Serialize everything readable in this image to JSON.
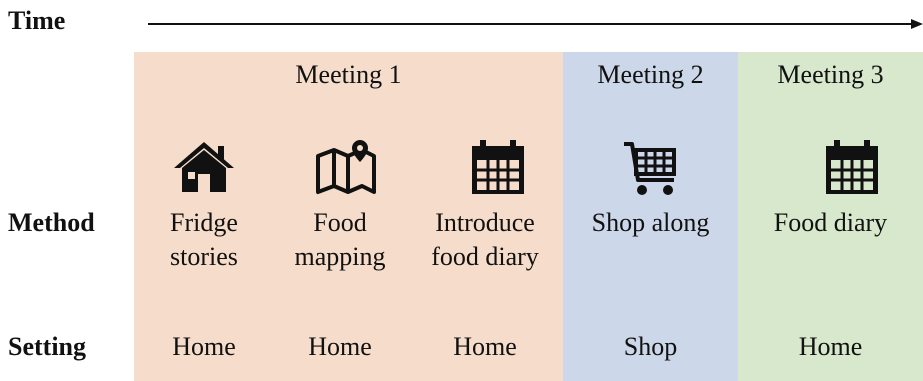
{
  "row_labels": {
    "time": "Time",
    "method": "Method",
    "setting": "Setting"
  },
  "meetings": [
    {
      "title": "Meeting 1",
      "color": "#f6dccb"
    },
    {
      "title": "Meeting 2",
      "color": "#cdd7ea"
    },
    {
      "title": "Meeting 3",
      "color": "#d7e8cc"
    }
  ],
  "columns": [
    {
      "method_line1": "Fridge",
      "method_line2": "stories",
      "setting": "Home",
      "icon": "house-icon"
    },
    {
      "method_line1": "Food",
      "method_line2": "mapping",
      "setting": "Home",
      "icon": "map-icon"
    },
    {
      "method_line1": "Introduce",
      "method_line2": "food diary",
      "setting": "Home",
      "icon": "calendar-icon"
    },
    {
      "method_line1": "Shop along",
      "method_line2": "",
      "setting": "Shop",
      "icon": "shopping-cart-icon"
    },
    {
      "method_line1": "Food diary",
      "method_line2": "",
      "setting": "Home",
      "icon": "calendar-icon"
    }
  ]
}
